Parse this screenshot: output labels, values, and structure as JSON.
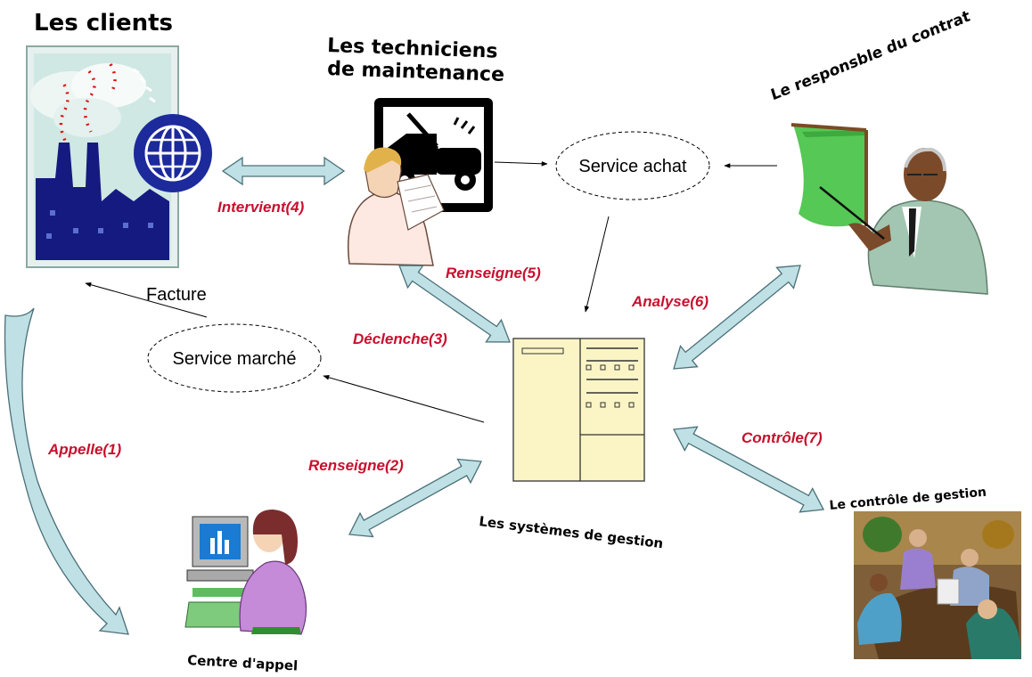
{
  "actors": {
    "clients": "Les clients",
    "technicians_line1": "Les techniciens",
    "technicians_line2": "de maintenance",
    "contract_manager": "Le responsble du contrat",
    "management_systems": "Les systèmes de gestion",
    "call_center": "Centre d'appel",
    "management_control": "Le contrôle de gestion"
  },
  "services": {
    "purchasing": "Service achat",
    "market": "Service marché"
  },
  "flows": {
    "invoice": "Facture",
    "calls": "Appelle(1)",
    "informs_2": "Renseigne(2)",
    "triggers": "Déclenche(3)",
    "intervenes": "Intervient(4)",
    "informs_5": "Renseigne(5)",
    "analyses": "Analyse(6)",
    "controls": "Contrôle(7)"
  },
  "colors": {
    "label_red": "#c8102e",
    "arrow_fill": "#bfe0e4",
    "server_fill": "#fbf5c6"
  }
}
